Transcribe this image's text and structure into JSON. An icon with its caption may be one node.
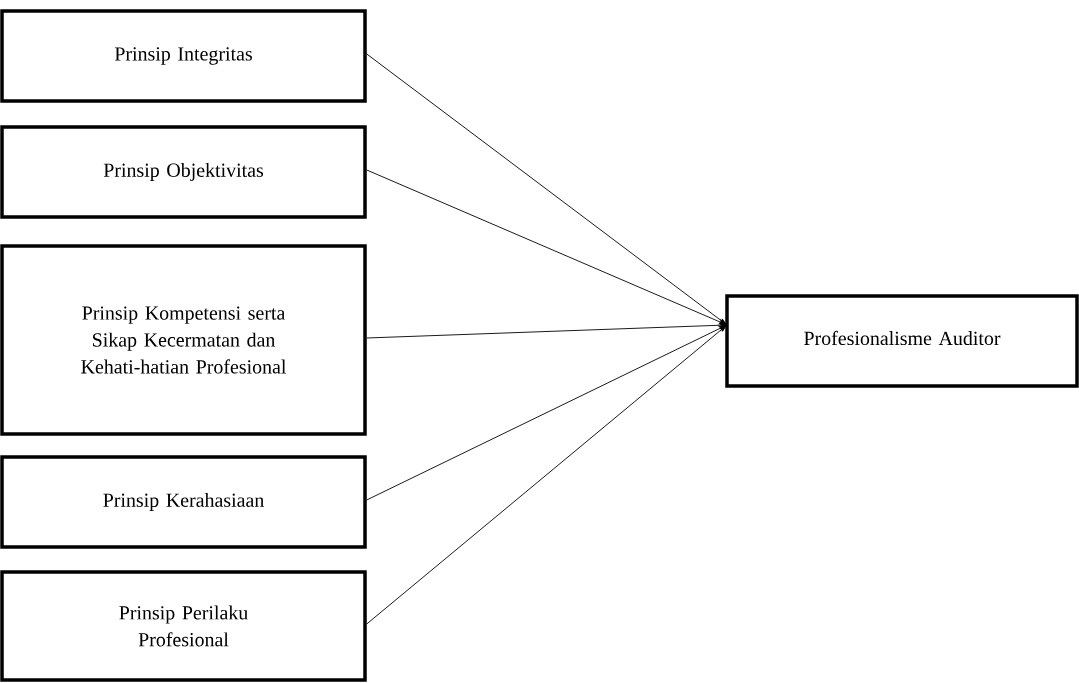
{
  "diagram": {
    "nodes": [
      {
        "text": [
          "Prinsip Integritas"
        ]
      },
      {
        "text": [
          "Prinsip Objektivitas"
        ]
      },
      {
        "text": [
          "Prinsip Kompetensi serta Sikap Kecermatan dan Kehati-hatian Profesional"
        ]
      },
      {
        "text": [
          "Prinsip Kerahasiaan"
        ]
      },
      {
        "text": [
          "Prinsip Perilaku Profesional"
        ]
      },
      {
        "text": [
          "Profesionalisme Auditor"
        ]
      }
    ],
    "edges": [
      {
        "from": 0,
        "to": 5,
        "arrow": "to"
      },
      {
        "from": 1,
        "to": 5,
        "arrow": "to"
      },
      {
        "from": 2,
        "to": 5,
        "arrow": "to"
      },
      {
        "from": 3,
        "to": 5,
        "arrow": "to"
      },
      {
        "from": 4,
        "to": 5,
        "arrow": "to"
      }
    ]
  }
}
